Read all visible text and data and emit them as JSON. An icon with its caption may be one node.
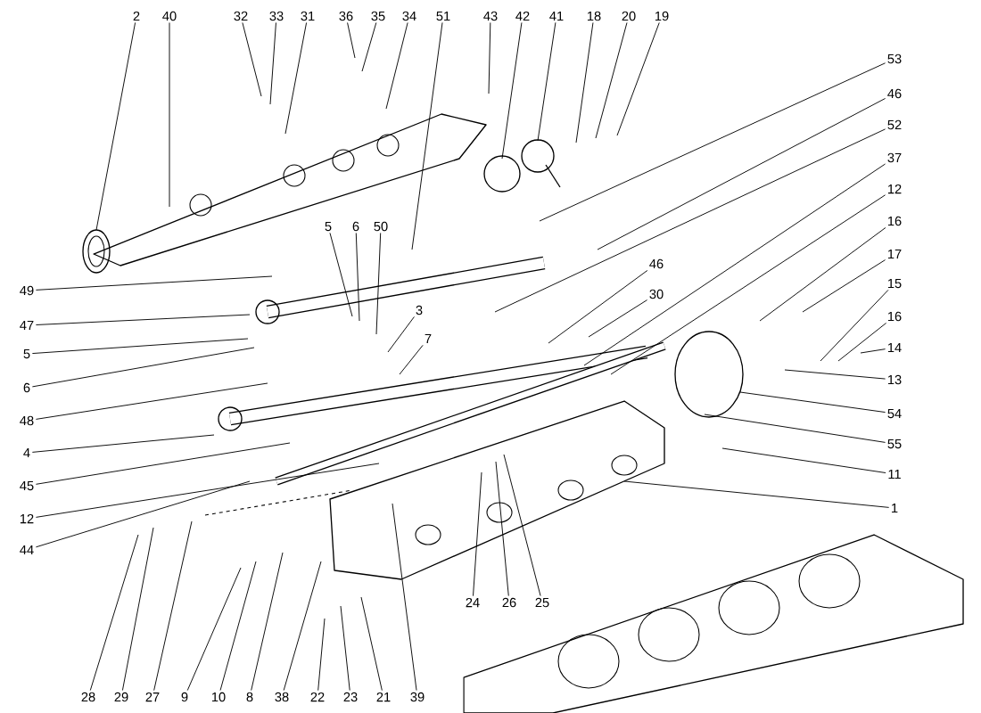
{
  "diagram": {
    "nodes": [
      {
        "text": [
          "2"
        ]
      },
      {
        "text": [
          "40"
        ]
      },
      {
        "text": [
          "32"
        ]
      },
      {
        "text": [
          "33"
        ]
      },
      {
        "text": [
          "31"
        ]
      },
      {
        "text": [
          "36"
        ]
      },
      {
        "text": [
          "35"
        ]
      },
      {
        "text": [
          "34"
        ]
      },
      {
        "text": [
          "51"
        ]
      },
      {
        "text": [
          "43"
        ]
      },
      {
        "text": [
          "42"
        ]
      },
      {
        "text": [
          "41"
        ]
      },
      {
        "text": [
          "18"
        ]
      },
      {
        "text": [
          "20"
        ]
      },
      {
        "text": [
          "19"
        ]
      },
      {
        "text": [
          "53"
        ]
      },
      {
        "text": [
          "46"
        ]
      },
      {
        "text": [
          "52"
        ]
      },
      {
        "text": [
          "37"
        ]
      },
      {
        "text": [
          "12"
        ]
      },
      {
        "text": [
          "16"
        ]
      },
      {
        "text": [
          "17"
        ]
      },
      {
        "text": [
          "15"
        ]
      },
      {
        "text": [
          "16"
        ]
      },
      {
        "text": [
          "14"
        ]
      },
      {
        "text": [
          "13"
        ]
      },
      {
        "text": [
          "54"
        ]
      },
      {
        "text": [
          "55"
        ]
      },
      {
        "text": [
          "11"
        ]
      },
      {
        "text": [
          "1"
        ]
      },
      {
        "text": [
          "5"
        ]
      },
      {
        "text": [
          "6"
        ]
      },
      {
        "text": [
          "50"
        ]
      },
      {
        "text": [
          "3"
        ]
      },
      {
        "text": [
          "7"
        ]
      },
      {
        "text": [
          "46"
        ]
      },
      {
        "text": [
          "30"
        ]
      },
      {
        "text": [
          "49"
        ]
      },
      {
        "text": [
          "47"
        ]
      },
      {
        "text": [
          "5"
        ]
      },
      {
        "text": [
          "6"
        ]
      },
      {
        "text": [
          "48"
        ]
      },
      {
        "text": [
          "4"
        ]
      },
      {
        "text": [
          "45"
        ]
      },
      {
        "text": [
          "12"
        ]
      },
      {
        "text": [
          "44"
        ]
      },
      {
        "text": [
          "24"
        ]
      },
      {
        "text": [
          "26"
        ]
      },
      {
        "text": [
          "25"
        ]
      },
      {
        "text": [
          "28"
        ]
      },
      {
        "text": [
          "29"
        ]
      },
      {
        "text": [
          "27"
        ]
      },
      {
        "text": [
          "9"
        ]
      },
      {
        "text": [
          "10"
        ]
      },
      {
        "text": [
          "8"
        ]
      },
      {
        "text": [
          "38"
        ]
      },
      {
        "text": [
          "22"
        ]
      },
      {
        "text": [
          "23"
        ]
      },
      {
        "text": [
          "21"
        ]
      },
      {
        "text": [
          "39"
        ]
      }
    ],
    "edges": [
      {
        "from": 0,
        "to": null,
        "arrow": "none"
      },
      {
        "from": 1,
        "to": null,
        "arrow": "none"
      },
      {
        "from": 2,
        "to": null,
        "arrow": "none"
      },
      {
        "from": 3,
        "to": null,
        "arrow": "none"
      },
      {
        "from": 4,
        "to": null,
        "arrow": "none"
      },
      {
        "from": 5,
        "to": null,
        "arrow": "none"
      },
      {
        "from": 6,
        "to": null,
        "arrow": "none"
      },
      {
        "from": 7,
        "to": null,
        "arrow": "none"
      },
      {
        "from": 8,
        "to": null,
        "arrow": "none"
      },
      {
        "from": 9,
        "to": null,
        "arrow": "none"
      },
      {
        "from": 10,
        "to": null,
        "arrow": "none"
      },
      {
        "from": 11,
        "to": null,
        "arrow": "none"
      },
      {
        "from": 12,
        "to": null,
        "arrow": "none"
      },
      {
        "from": 13,
        "to": null,
        "arrow": "none"
      },
      {
        "from": 14,
        "to": null,
        "arrow": "none"
      },
      {
        "from": 15,
        "to": null,
        "arrow": "none"
      },
      {
        "from": 16,
        "to": null,
        "arrow": "none"
      },
      {
        "from": 17,
        "to": null,
        "arrow": "none"
      },
      {
        "from": 18,
        "to": null,
        "arrow": "none"
      },
      {
        "from": 19,
        "to": null,
        "arrow": "none"
      },
      {
        "from": 20,
        "to": null,
        "arrow": "none"
      },
      {
        "from": 21,
        "to": null,
        "arrow": "none"
      },
      {
        "from": 22,
        "to": null,
        "arrow": "none"
      },
      {
        "from": 23,
        "to": null,
        "arrow": "none"
      },
      {
        "from": 24,
        "to": null,
        "arrow": "none"
      },
      {
        "from": 25,
        "to": null,
        "arrow": "none"
      },
      {
        "from": 26,
        "to": null,
        "arrow": "none"
      },
      {
        "from": 27,
        "to": null,
        "arrow": "none"
      },
      {
        "from": 28,
        "to": null,
        "arrow": "none"
      },
      {
        "from": 29,
        "to": null,
        "arrow": "none"
      },
      {
        "from": 30,
        "to": null,
        "arrow": "none"
      },
      {
        "from": 31,
        "to": null,
        "arrow": "none"
      },
      {
        "from": 32,
        "to": null,
        "arrow": "none"
      },
      {
        "from": 33,
        "to": null,
        "arrow": "none"
      },
      {
        "from": 34,
        "to": null,
        "arrow": "none"
      },
      {
        "from": 35,
        "to": null,
        "arrow": "none"
      },
      {
        "from": 36,
        "to": null,
        "arrow": "none"
      },
      {
        "from": 37,
        "to": null,
        "arrow": "none"
      },
      {
        "from": 38,
        "to": null,
        "arrow": "none"
      },
      {
        "from": 39,
        "to": null,
        "arrow": "none"
      },
      {
        "from": 40,
        "to": null,
        "arrow": "none"
      },
      {
        "from": 41,
        "to": null,
        "arrow": "none"
      },
      {
        "from": 42,
        "to": null,
        "arrow": "none"
      },
      {
        "from": 43,
        "to": null,
        "arrow": "none"
      },
      {
        "from": 44,
        "to": null,
        "arrow": "none"
      },
      {
        "from": 45,
        "to": null,
        "arrow": "none"
      },
      {
        "from": 46,
        "to": null,
        "arrow": "none"
      },
      {
        "from": 47,
        "to": null,
        "arrow": "none"
      },
      {
        "from": 48,
        "to": null,
        "arrow": "none"
      },
      {
        "from": 49,
        "to": null,
        "arrow": "none"
      },
      {
        "from": 50,
        "to": null,
        "arrow": "none"
      },
      {
        "from": 51,
        "to": null,
        "arrow": "none"
      },
      {
        "from": 52,
        "to": null,
        "arrow": "none"
      },
      {
        "from": 53,
        "to": null,
        "arrow": "none"
      },
      {
        "from": 54,
        "to": null,
        "arrow": "none"
      },
      {
        "from": 55,
        "to": null,
        "arrow": "none"
      },
      {
        "from": 56,
        "to": null,
        "arrow": "none"
      },
      {
        "from": 57,
        "to": null,
        "arrow": "none"
      },
      {
        "from": 58,
        "to": null,
        "arrow": "none"
      },
      {
        "from": 59,
        "to": null,
        "arrow": "none"
      }
    ]
  }
}
